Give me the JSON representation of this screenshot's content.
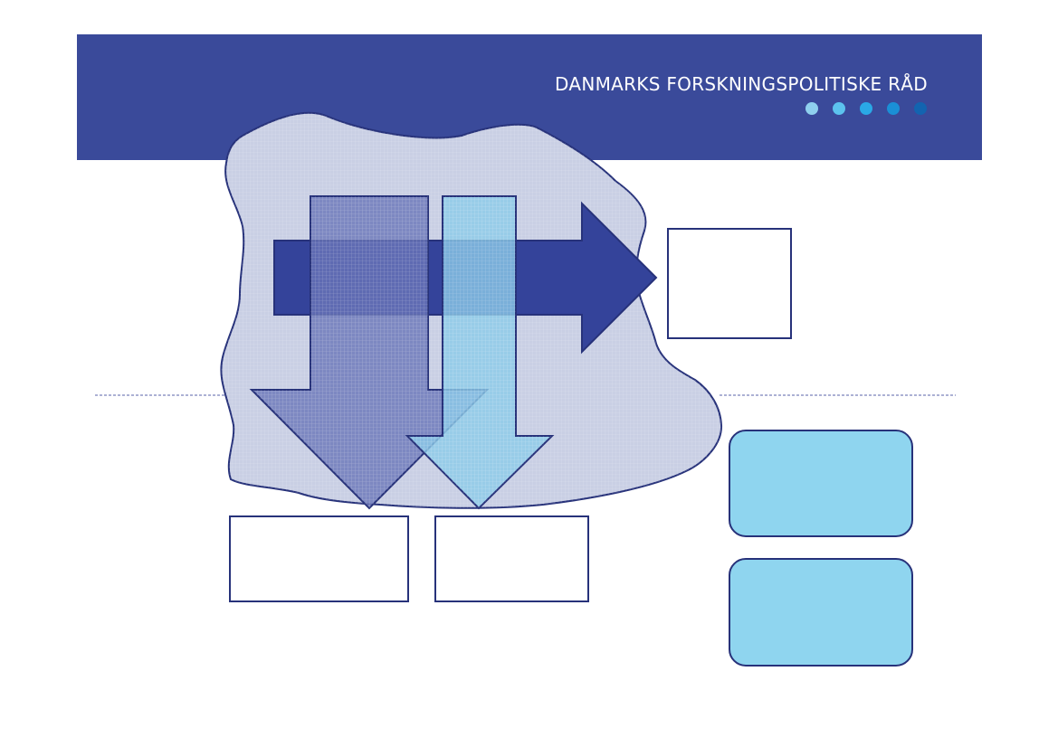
{
  "header": {
    "org_name": "DANMARKS FORSKNINGSPOLITISKE RÅD",
    "background_color": "#3a4a9a",
    "dots": [
      {
        "name": "dot-1",
        "color": "#8fd0ee"
      },
      {
        "name": "dot-2",
        "color": "#5cc3ee"
      },
      {
        "name": "dot-3",
        "color": "#2aa9e6"
      },
      {
        "name": "dot-4",
        "color": "#1a8fd6"
      },
      {
        "name": "dot-5",
        "color": "#1364b0"
      }
    ]
  },
  "diagram": {
    "cloud_outline_color": "#27327a",
    "cloud_fill_color": "#c7cde3",
    "horizontal_arrow_color": "#34439a",
    "dark_down_arrow_color": "#6a76b8",
    "light_down_arrow_color": "#8ccbe9",
    "box_outline_color": "#27327a",
    "rounded_box_fill_color": "#8fd5ef",
    "divider_color": "#5a63a8"
  }
}
